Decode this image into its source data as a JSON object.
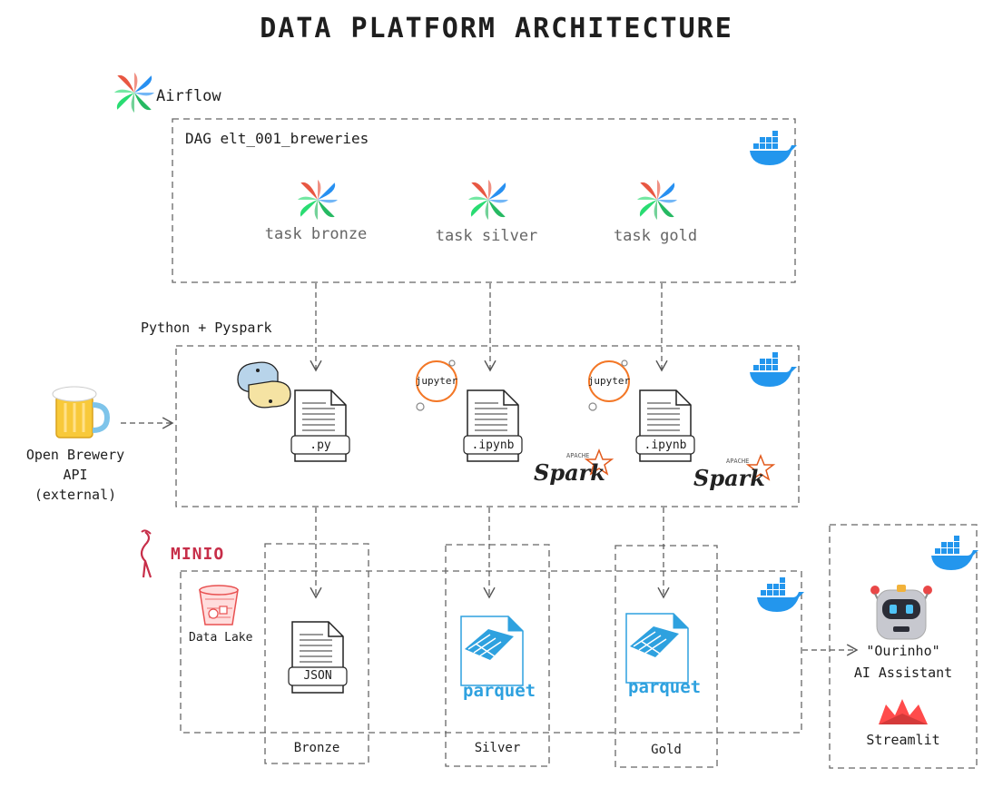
{
  "title": "DATA PLATFORM ARCHITECTURE",
  "airflow": {
    "logo_label": "Airflow",
    "dag_label": "DAG elt_001_breweries",
    "tasks": [
      {
        "label": "task bronze"
      },
      {
        "label": "task silver"
      },
      {
        "label": "task gold"
      }
    ]
  },
  "processing": {
    "label": "Python + Pyspark",
    "files": [
      ".py",
      ".ipynb",
      ".ipynb"
    ],
    "jupyter_label": "jupyter",
    "spark_label": "Spark",
    "apache_label": "APACHE"
  },
  "source": {
    "line1": "Open Brewery",
    "line2": "API",
    "line3": "(external)"
  },
  "storage": {
    "minio_label": "MINIO",
    "datalake_label": "Data Lake",
    "layers": [
      {
        "name": "Bronze",
        "file": "JSON"
      },
      {
        "name": "Silver",
        "file": "parquet"
      },
      {
        "name": "Gold",
        "file": "parquet"
      }
    ]
  },
  "assistant": {
    "line1": "\"Ourinho\"",
    "line2": "AI Assistant",
    "streamlit_label": "Streamlit"
  },
  "colors": {
    "docker": "#2396ed",
    "minio": "#c72e49",
    "parquet": "#2ea1df",
    "jupyter": "#f37726",
    "streamlit": "#ff4b4b"
  }
}
